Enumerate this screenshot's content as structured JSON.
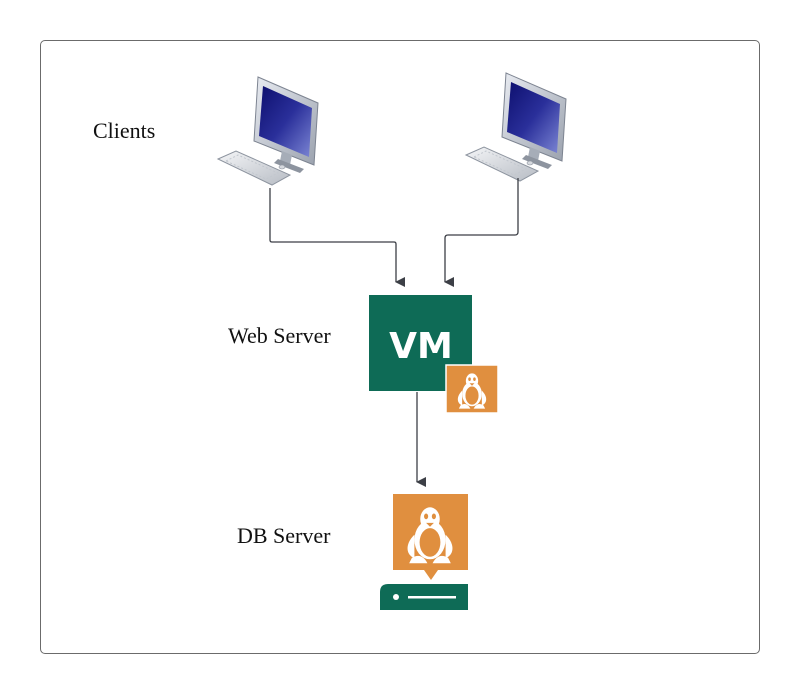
{
  "diagram": {
    "labels": {
      "clients": "Clients",
      "web_server": "Web Server",
      "db_server": "DB Server"
    },
    "vm_badge": "VM",
    "nodes": [
      {
        "id": "client-1",
        "icon": "desktop-computer-icon"
      },
      {
        "id": "client-2",
        "icon": "desktop-computer-icon"
      },
      {
        "id": "web-server",
        "icon": "vm-icon",
        "badge_icon": "linux-penguin-icon"
      },
      {
        "id": "db-server",
        "icon": "linux-server-icon"
      }
    ],
    "edges": [
      {
        "from": "client-1",
        "to": "web-server"
      },
      {
        "from": "client-2",
        "to": "web-server"
      },
      {
        "from": "web-server",
        "to": "db-server"
      }
    ],
    "colors": {
      "vm_green": "#0e6b56",
      "linux_orange": "#e08f3f",
      "server_green": "#0e6b56",
      "connector": "#3c3f46",
      "frame": "#6b6b6b"
    }
  }
}
